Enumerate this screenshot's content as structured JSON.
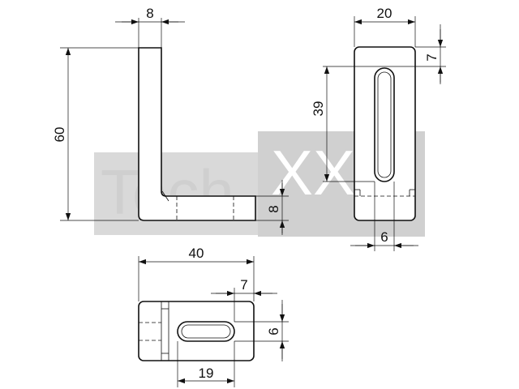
{
  "watermark": {
    "text_left": "Tech",
    "text_right": "XXL",
    "color_band": "#d9d9d9",
    "color_box": "#d0d0d0",
    "color_text": "#cfcfcf",
    "color_text_on_box": "#ffffff"
  },
  "dimensions": {
    "side_top_width": "8",
    "side_height": "60",
    "side_foot_thickness": "8",
    "front_width": "20",
    "front_top_offset": "7",
    "front_slot_length": "39",
    "front_slot_width": "6",
    "bottom_length": "40",
    "bottom_end_offset": "7",
    "bottom_slot_width": "6",
    "bottom_slot_length": "19"
  }
}
